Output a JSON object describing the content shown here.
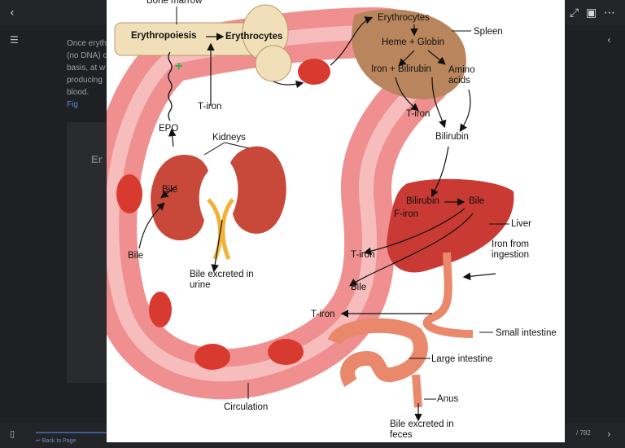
{
  "viewer": {
    "background_text": "Once eryth (no DNA) c basis, at w producing blood.",
    "figure_link": "Fig",
    "back_link": "Back to Page",
    "page_indicator": "/ 782",
    "bg_figure_label": "Er"
  },
  "diagram": {
    "labels": {
      "bone_marrow": "Bone marrow",
      "erythropoiesis": "Erythropoiesis",
      "erythrocytes_marrow": "Erythrocytes",
      "plus": "+",
      "t_iron_marrow": "T-iron",
      "epo": "EPO",
      "kidneys": "Kidneys",
      "bile_kidney": "Bile",
      "bile_left": "Bile",
      "bile_excreted_urine": "Bile excreted in urine",
      "erythrocytes_spleen": "Erythrocytes",
      "spleen": "Spleen",
      "heme_globin": "Heme + Globin",
      "iron_bilirubin": "Iron + Bilirubin",
      "amino_acids": "Amino acids",
      "t_iron_spleen": "T-iron",
      "bilirubin": "Bilirubin",
      "bilirubin_liver": "Bilirubin",
      "bile_liver": "Bile",
      "f_iron": "F-iron",
      "liver": "Liver",
      "t_iron_liver": "T-iron",
      "iron_from_ingestion": "Iron from ingestion",
      "bile_lower": "Bile",
      "t_iron_intestine": "T-iron",
      "small_intestine": "Small intestine",
      "large_intestine": "Large intestine",
      "anus": "Anus",
      "bile_excreted_feces": "Bile excreted in feces",
      "circulation": "Circulation"
    },
    "colors": {
      "vessel": "#ef8f8f",
      "vessel_light": "#f7bcbc",
      "rbc": "#d93a30",
      "kidney": "#c8483a",
      "spleen": "#b8855c",
      "liver": "#c93a34",
      "bone": "#f0dfb8",
      "intestine": "#e9886a",
      "bile": "#f2b13a"
    }
  }
}
